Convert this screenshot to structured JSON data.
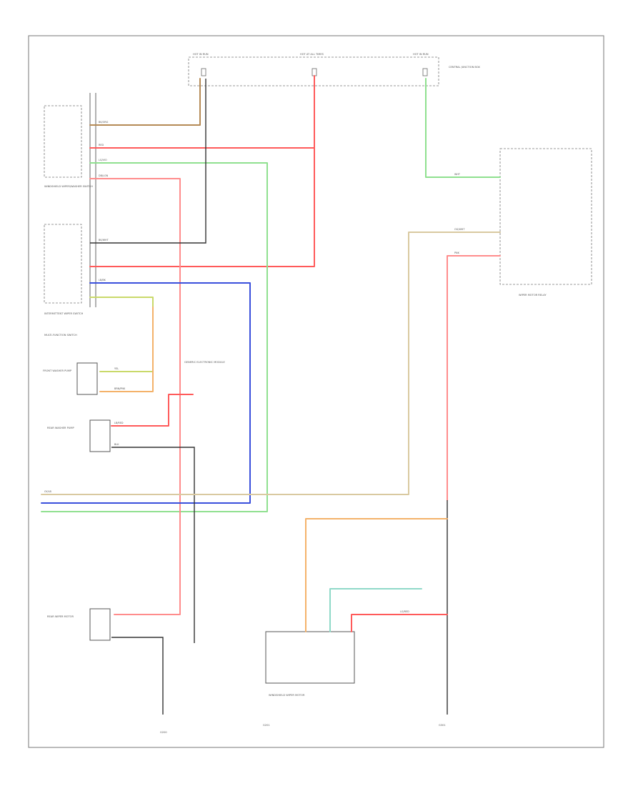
{
  "diagram": {
    "footer_id": "",
    "colors": {
      "red": "#ff5a5a",
      "pink": "#ff8c8c",
      "orange": "#f4b26a",
      "tan": "#d9c9a0",
      "green": "#8fe08f",
      "blue": "#3a4fdc",
      "yellow_green": "#c9d96a",
      "brown": "#b58a55",
      "black": "#333333",
      "cyan": "#8fd9c8"
    },
    "fuse_labels": [
      "HOT IN RUN",
      "HOT AT ALL TIMES",
      "HOT IN RUN"
    ],
    "component_labels": [
      "WINDSHIELD WIPER/WASHER SWITCH",
      "INTERMITTENT WIPER SWITCH",
      "MULTI-FUNCTION SWITCH",
      "REAR WIPER MOTOR",
      "FRONT WASHER PUMP",
      "REAR WASHER PUMP",
      "WIPER MOTOR RELAY",
      "CENTRAL JUNCTION BOX",
      "GENERIC ELECTRONIC MODULE",
      "WINDSHIELD WIPER MOTOR",
      "G200",
      "G201",
      "G301"
    ],
    "wire_labels": [
      "BK/ORG",
      "RED",
      "LG/VIO",
      "DB/LGN",
      "BK/WHT",
      "LB/BK",
      "LB/RED",
      "GY/LB",
      "WHT",
      "BLK",
      "YEL",
      "PNK",
      "LG/RED",
      "BRN/PNK",
      "OG/WHT"
    ]
  }
}
